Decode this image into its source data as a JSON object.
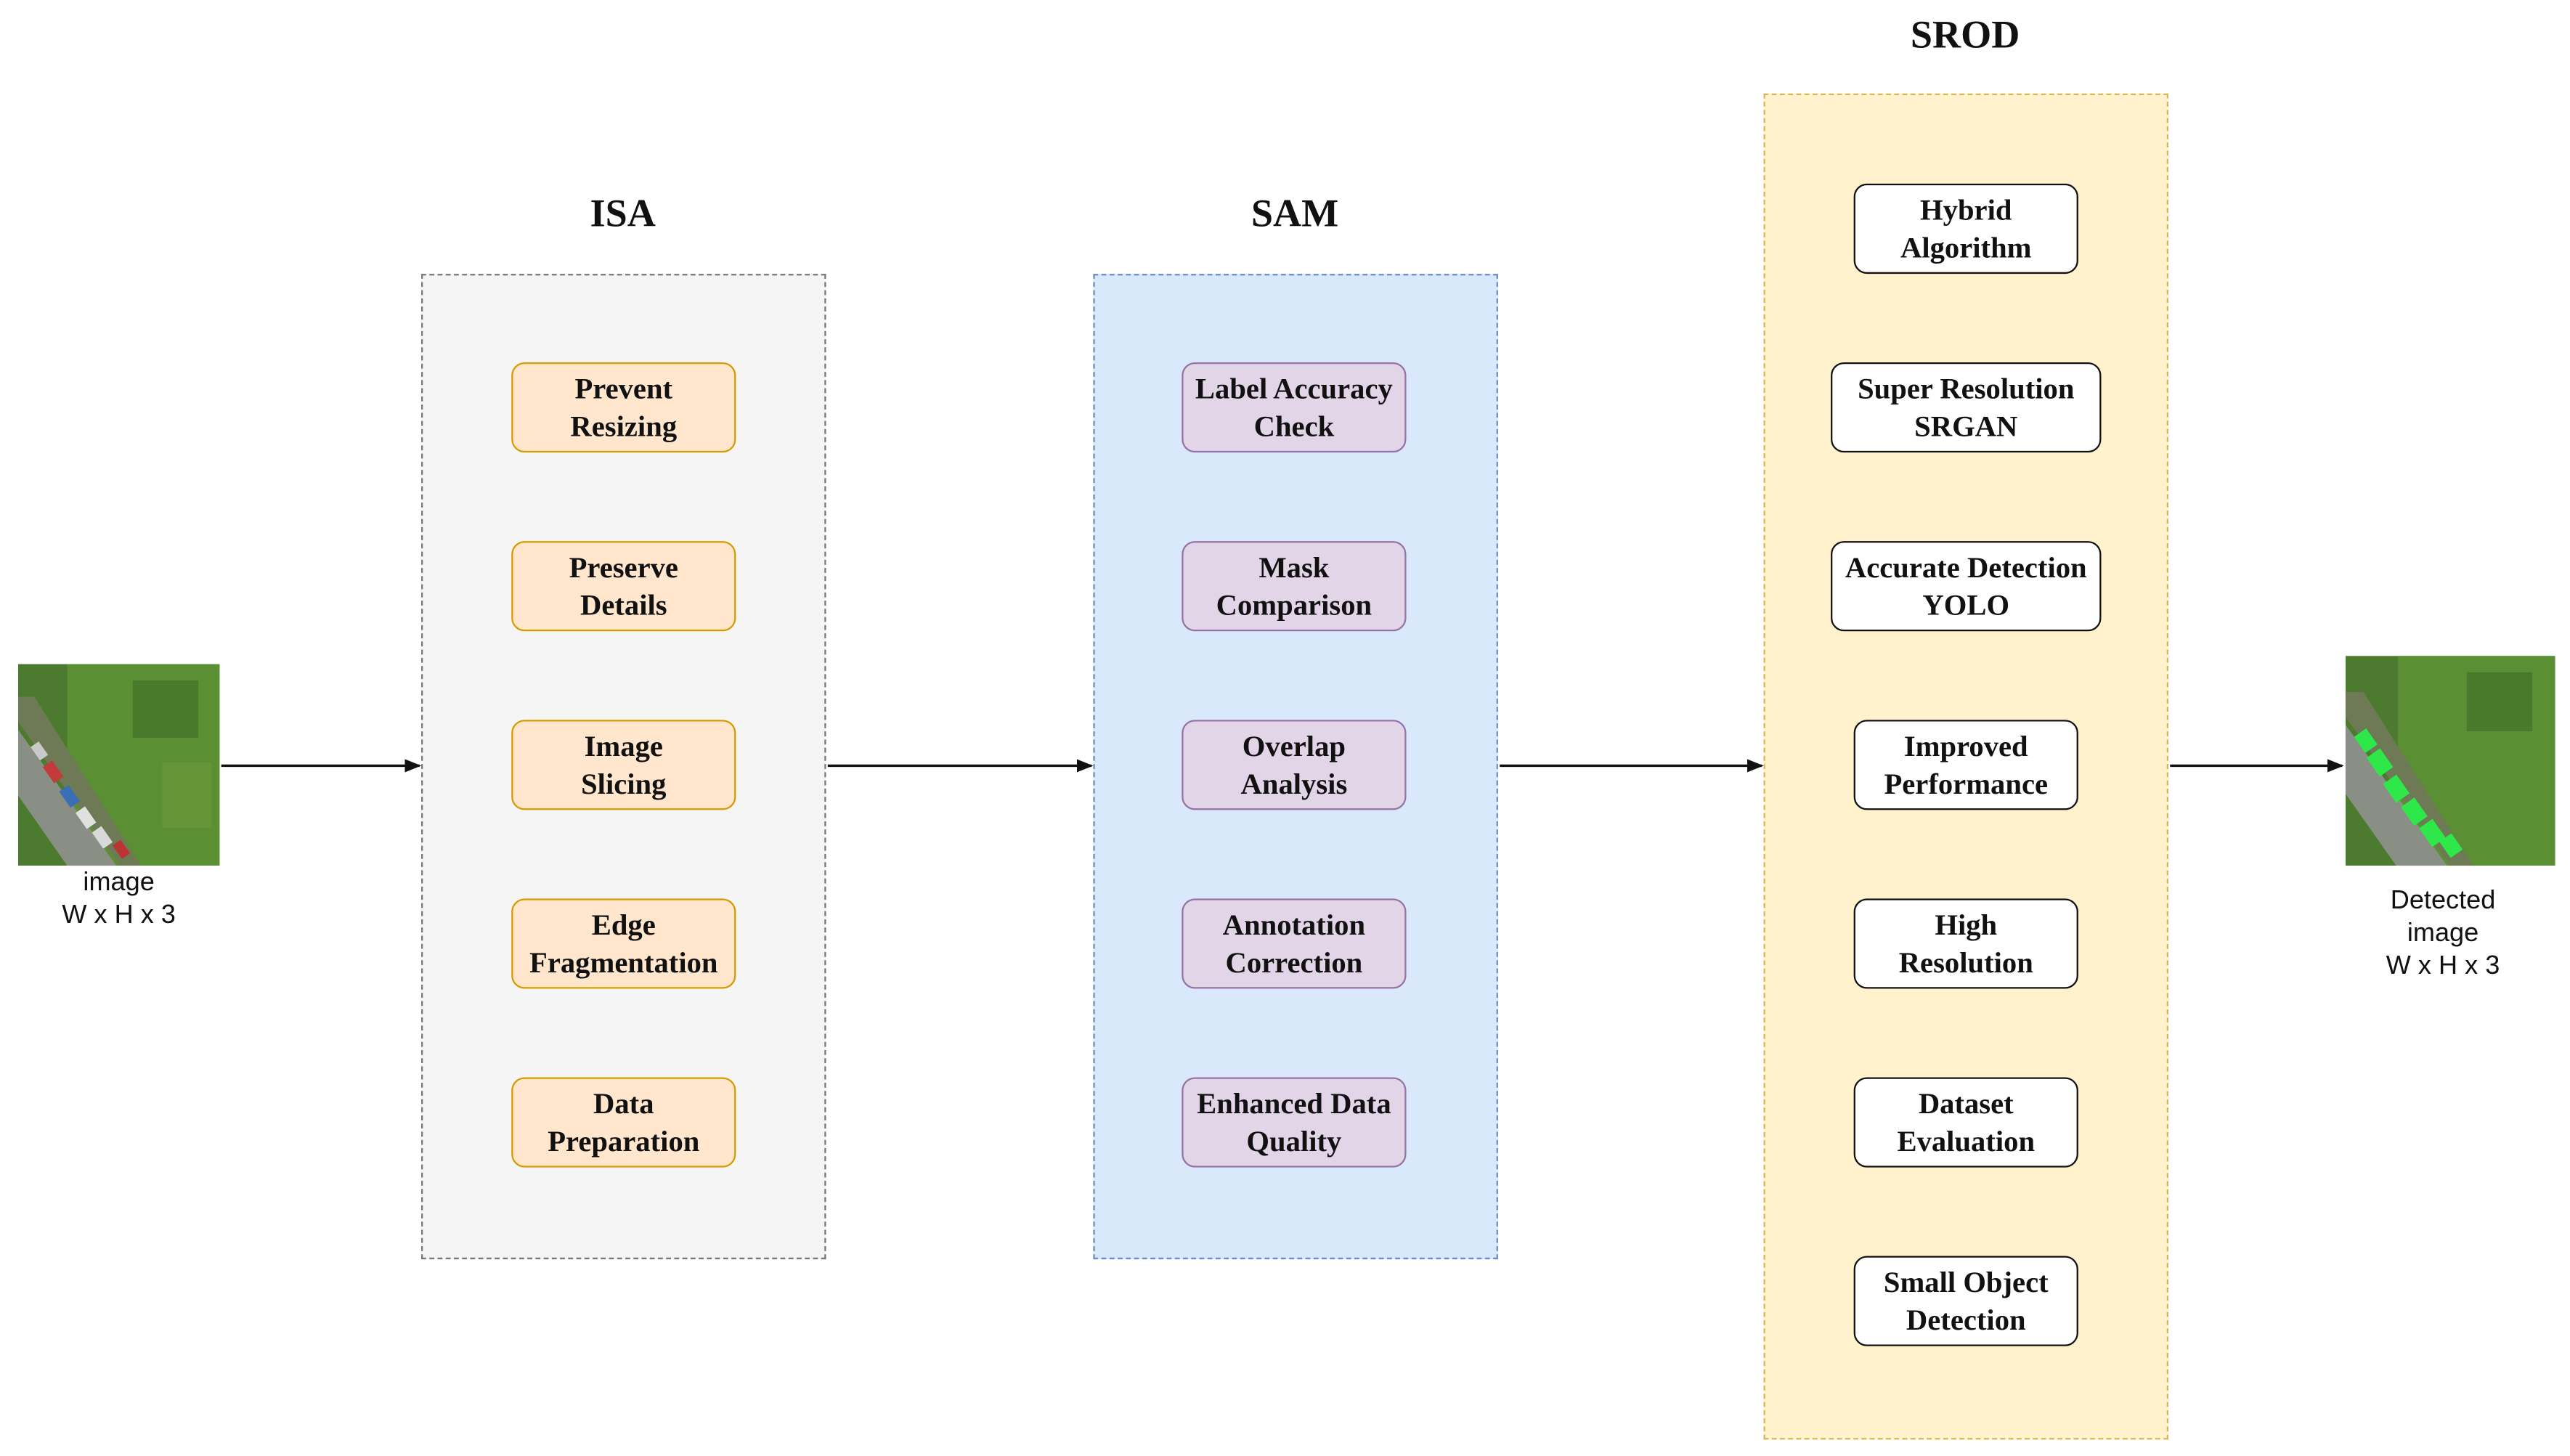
{
  "input": {
    "caption_lines": [
      "image",
      "W x H x 3"
    ]
  },
  "output": {
    "caption_lines": [
      "Detected",
      "image",
      "W x H x 3"
    ]
  },
  "groups": {
    "isa": {
      "title": "ISA",
      "steps": [
        [
          "Prevent",
          "Resizing"
        ],
        [
          "Preserve",
          "Details"
        ],
        [
          "Image",
          "Slicing"
        ],
        [
          "Edge",
          "Fragmentation"
        ],
        [
          "Data",
          "Preparation"
        ]
      ]
    },
    "sam": {
      "title": "SAM",
      "steps": [
        [
          "Label Accuracy",
          "Check"
        ],
        [
          "Mask",
          "Comparison"
        ],
        [
          "Overlap",
          "Analysis"
        ],
        [
          "Annotation",
          "Correction"
        ],
        [
          "Enhanced Data",
          "Quality"
        ]
      ]
    },
    "srod": {
      "title": "SROD",
      "steps": [
        [
          "Hybrid",
          "Algorithm"
        ],
        [
          "Super Resolution",
          "SRGAN"
        ],
        [
          "Accurate Detection",
          "YOLO"
        ],
        [
          "Improved",
          "Performance"
        ],
        [
          "High",
          "Resolution"
        ],
        [
          "Dataset",
          "Evaluation"
        ],
        [
          "Small Object",
          "Detection"
        ]
      ]
    }
  },
  "colors": {
    "isa_fill": "#ffe6cc",
    "isa_stroke": "#d79b00",
    "sam_fill": "#e1d5e7",
    "sam_stroke": "#9673a6",
    "sam_group": "#dae8fc",
    "srod_group": "#fff2cc",
    "isa_group": "#f5f5f5"
  }
}
